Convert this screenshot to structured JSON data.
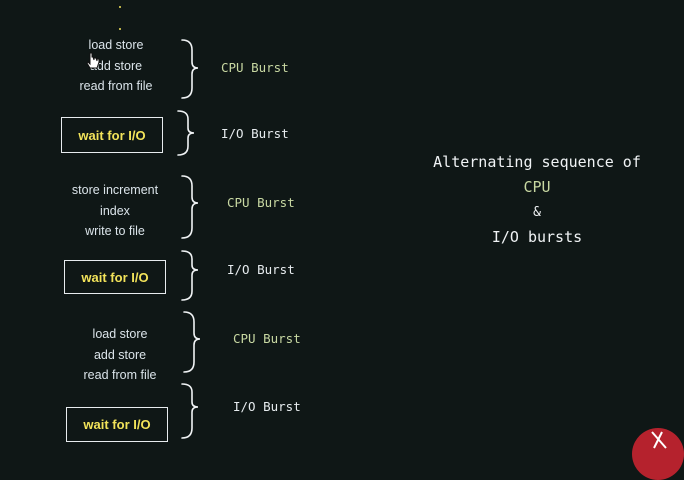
{
  "blocks": [
    {
      "instructions": [
        "load store",
        "add store",
        "read from file"
      ],
      "burst": "CPU Burst"
    },
    {
      "wait": "wait for I/O",
      "burst": "I/O Burst"
    },
    {
      "instructions": [
        "store increment",
        "index",
        "write to file"
      ],
      "burst": "CPU Burst"
    },
    {
      "wait": "wait for I/O",
      "burst": "I/O Burst"
    },
    {
      "instructions": [
        "load store",
        "add store",
        "read from file"
      ],
      "burst": "CPU Burst"
    },
    {
      "wait": "wait for I/O",
      "burst": "I/O Burst"
    }
  ],
  "title": {
    "line1": "Alternating sequence of",
    "line2": "CPU",
    "line3": "&",
    "line4": "I/O bursts"
  },
  "colors": {
    "background": "#0f1716",
    "instruction_text": "#dbe4ea",
    "wait_text": "#f2e35a",
    "cpu_burst": "#c8d8a2",
    "io_burst": "#e7ecef",
    "logo": "#b5222d"
  },
  "icons": [
    "mouse-cursor-icon",
    "logo-icon"
  ]
}
